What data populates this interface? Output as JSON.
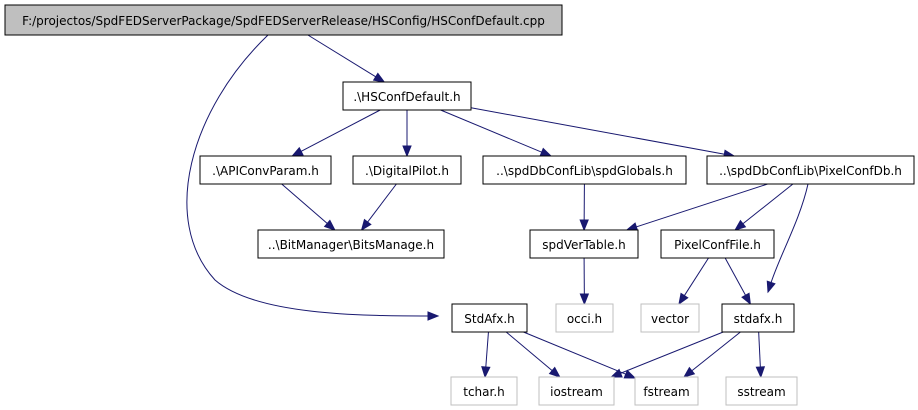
{
  "diagram": {
    "type": "include-dependency-graph",
    "colors": {
      "edge": "#191970",
      "root_fill": "#bfbfbf",
      "internal_border": "#000000",
      "external_border": "#bfbfbf"
    },
    "nodes": [
      {
        "id": "root",
        "label": "F:/projectos/SpdFEDServerPackage/SpdFEDServerRelease/HSConfig/HSConfDefault.cpp",
        "kind": "root"
      },
      {
        "id": "hsconfdefault_h",
        "label": ".\\HSConfDefault.h",
        "kind": "internal"
      },
      {
        "id": "apiconvparam_h",
        "label": ".\\APIConvParam.h",
        "kind": "internal"
      },
      {
        "id": "digitalpilot_h",
        "label": ".\\DigitalPilot.h",
        "kind": "internal"
      },
      {
        "id": "spdglobals_h",
        "label": "..\\spdDbConfLib\\spdGlobals.h",
        "kind": "internal"
      },
      {
        "id": "pixelconfdb_h",
        "label": "..\\spdDbConfLib\\PixelConfDb.h",
        "kind": "internal"
      },
      {
        "id": "bitsmanage_h",
        "label": "..\\BitManager\\BitsManage.h",
        "kind": "internal"
      },
      {
        "id": "spdvertable_h",
        "label": "spdVerTable.h",
        "kind": "internal"
      },
      {
        "id": "pixelconffile_h",
        "label": "PixelConfFile.h",
        "kind": "internal"
      },
      {
        "id": "stdafx_h_upper",
        "label": "StdAfx.h",
        "kind": "internal"
      },
      {
        "id": "occi_h",
        "label": "occi.h",
        "kind": "external"
      },
      {
        "id": "vector",
        "label": "vector",
        "kind": "external"
      },
      {
        "id": "stdafx_h_lower",
        "label": "stdafx.h",
        "kind": "internal"
      },
      {
        "id": "tchar_h",
        "label": "tchar.h",
        "kind": "external"
      },
      {
        "id": "iostream",
        "label": "iostream",
        "kind": "external"
      },
      {
        "id": "fstream",
        "label": "fstream",
        "kind": "external"
      },
      {
        "id": "sstream",
        "label": "sstream",
        "kind": "external"
      }
    ],
    "edges": [
      {
        "from": "root",
        "to": "hsconfdefault_h"
      },
      {
        "from": "root",
        "to": "stdafx_h_upper"
      },
      {
        "from": "hsconfdefault_h",
        "to": "apiconvparam_h"
      },
      {
        "from": "hsconfdefault_h",
        "to": "digitalpilot_h"
      },
      {
        "from": "hsconfdefault_h",
        "to": "spdglobals_h"
      },
      {
        "from": "hsconfdefault_h",
        "to": "pixelconfdb_h"
      },
      {
        "from": "apiconvparam_h",
        "to": "bitsmanage_h"
      },
      {
        "from": "digitalpilot_h",
        "to": "bitsmanage_h"
      },
      {
        "from": "spdglobals_h",
        "to": "spdvertable_h"
      },
      {
        "from": "pixelconfdb_h",
        "to": "spdvertable_h"
      },
      {
        "from": "pixelconfdb_h",
        "to": "pixelconffile_h"
      },
      {
        "from": "pixelconfdb_h",
        "to": "stdafx_h_lower"
      },
      {
        "from": "spdvertable_h",
        "to": "occi_h"
      },
      {
        "from": "pixelconffile_h",
        "to": "vector"
      },
      {
        "from": "pixelconffile_h",
        "to": "stdafx_h_lower"
      },
      {
        "from": "stdafx_h_upper",
        "to": "tchar_h"
      },
      {
        "from": "stdafx_h_upper",
        "to": "iostream"
      },
      {
        "from": "stdafx_h_upper",
        "to": "fstream"
      },
      {
        "from": "stdafx_h_lower",
        "to": "iostream"
      },
      {
        "from": "stdafx_h_lower",
        "to": "fstream"
      },
      {
        "from": "stdafx_h_lower",
        "to": "sstream"
      }
    ]
  }
}
